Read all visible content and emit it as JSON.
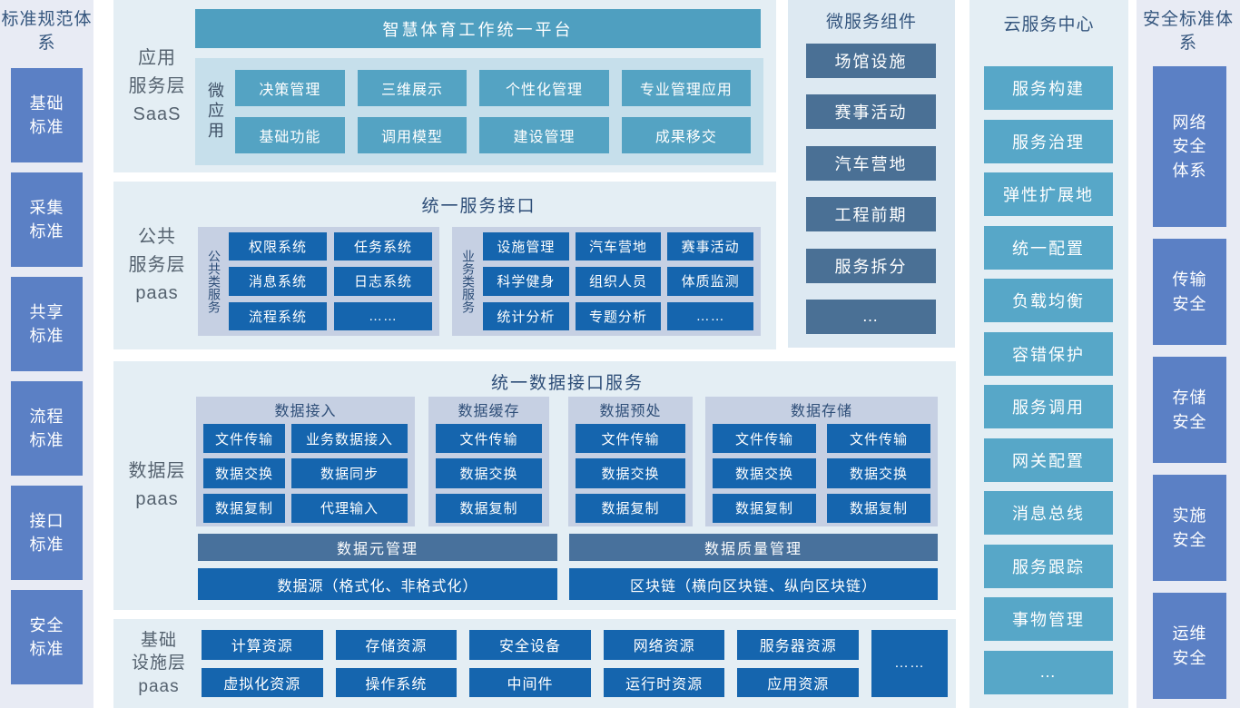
{
  "left_panel": {
    "title": "标准规范体系",
    "items": [
      "基础标准",
      "采集标准",
      "共享标准",
      "流程标准",
      "接口标准",
      "安全标准"
    ]
  },
  "app_layer": {
    "label_lines": [
      "应用",
      "服务层",
      "SaaS"
    ],
    "platform_title": "智慧体育工作统一平台",
    "micro_app_label": "微应用",
    "buttons": [
      "决策管理",
      "三维展示",
      "个性化管理",
      "专业管理应用",
      "基础功能",
      "调用模型",
      "建设管理",
      "成果移交"
    ]
  },
  "public_layer": {
    "label_lines": [
      "公共",
      "服务层",
      "paas"
    ],
    "header": "统一服务接口",
    "common": {
      "label": "公共类服务",
      "items": [
        "权限系统",
        "任务系统",
        "消息系统",
        "日志系统",
        "流程系统",
        "……"
      ]
    },
    "business": {
      "label": "业务类服务",
      "items": [
        "设施管理",
        "汽车营地",
        "赛事活动",
        "科学健身",
        "组织人员",
        "体质监测",
        "统计分析",
        "专题分析",
        "……"
      ]
    }
  },
  "data_layer": {
    "label_lines": [
      "数据层",
      "paas"
    ],
    "header": "统一数据接口服务",
    "groups": [
      {
        "title": "数据接入",
        "items": [
          "文件传输",
          "业务数据接入",
          "数据交换",
          "数据同步",
          "数据复制",
          "代理输入"
        ]
      },
      {
        "title": "数据缓存",
        "items": [
          "文件传输",
          "数据交换",
          "数据复制"
        ]
      },
      {
        "title": "数据预处",
        "items": [
          "文件传输",
          "数据交换",
          "数据复制"
        ]
      },
      {
        "title": "数据存储",
        "items": [
          "文件传输",
          "文件传输",
          "数据交换",
          "数据交换",
          "数据复制",
          "数据复制"
        ]
      }
    ],
    "meta_bars": [
      "数据元管理",
      "数据质量管理"
    ],
    "source_bars": [
      "数据源（格式化、非格式化）",
      "区块链（横向区块链、纵向区块链）"
    ]
  },
  "infra_layer": {
    "label_lines": [
      "基础",
      "设施层",
      "paas"
    ],
    "row1": [
      "计算资源",
      "存储资源",
      "安全设备",
      "网络资源",
      "服务器资源"
    ],
    "row2": [
      "虚拟化资源",
      "操作系统",
      "中间件",
      "运行时资源",
      "应用资源"
    ],
    "more": "……"
  },
  "microservices": {
    "title": "微服务组件",
    "items": [
      "场馆设施",
      "赛事活动",
      "汽车营地",
      "工程前期",
      "服务拆分",
      "…"
    ]
  },
  "cloud_center": {
    "title": "云服务中心",
    "items": [
      "服务构建",
      "服务治理",
      "弹性扩展地",
      "统一配置",
      "负载均衡",
      "容错保护",
      "服务调用",
      "网关配置",
      "消息总线",
      "服务跟踪",
      "事物管理",
      "…"
    ]
  },
  "security_panel": {
    "title": "安全标准体系",
    "items": [
      "网络安全体系",
      "传输安全",
      "存储安全",
      "实施安全",
      "运维安全"
    ]
  },
  "colors": {
    "side_panel_bg": "#e8ebf4",
    "side_box_blue": "#5b80c5",
    "layer_panel_bg": "#e4eef4",
    "micro_panel_bg": "#dde9f2",
    "teal_header": "#4f9fc0",
    "teal_button": "#54a3c3",
    "cloud_teal": "#57a7c8",
    "app_inner_bg": "#c6dfeb",
    "subpanel_bg": "#c6d0e3",
    "dark_blue_button": "#1565ae",
    "slate_bar": "#48719c",
    "micro_box_slate": "#4a7095",
    "navy_text": "#2e4e78",
    "label_text": "#55626f"
  }
}
